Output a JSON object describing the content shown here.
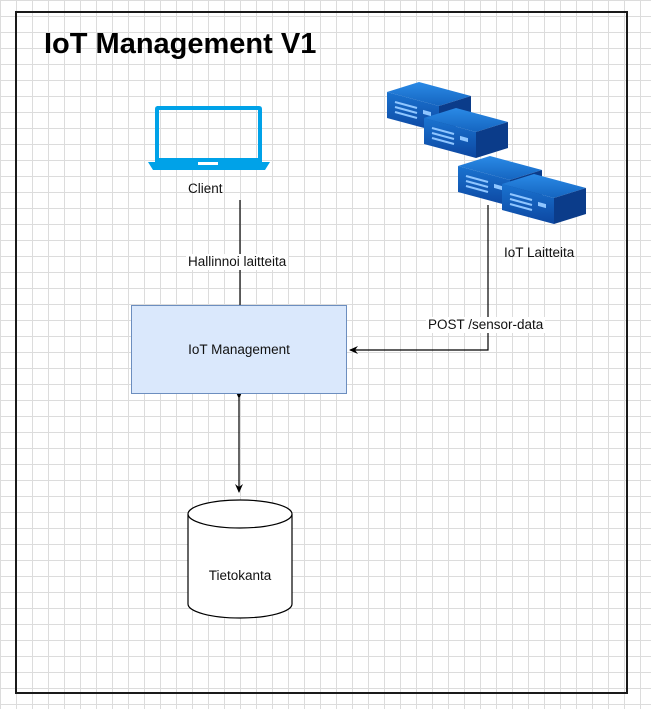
{
  "title": "IoT Management V1",
  "nodes": {
    "client": "Client",
    "iot_devices": "IoT Laitteita",
    "service": "IoT Management",
    "database": "Tietokanta"
  },
  "edges": {
    "client_to_service": "Hallinnoi laitteita",
    "devices_to_service": "POST /sensor-data"
  },
  "icons": {
    "client": "laptop-icon",
    "iot_devices": "server-rack-icon"
  },
  "colors": {
    "service_fill": "#dae8fc",
    "service_border": "#6c8ebf",
    "laptop": "#00a2e8",
    "server": "#1565c0"
  }
}
